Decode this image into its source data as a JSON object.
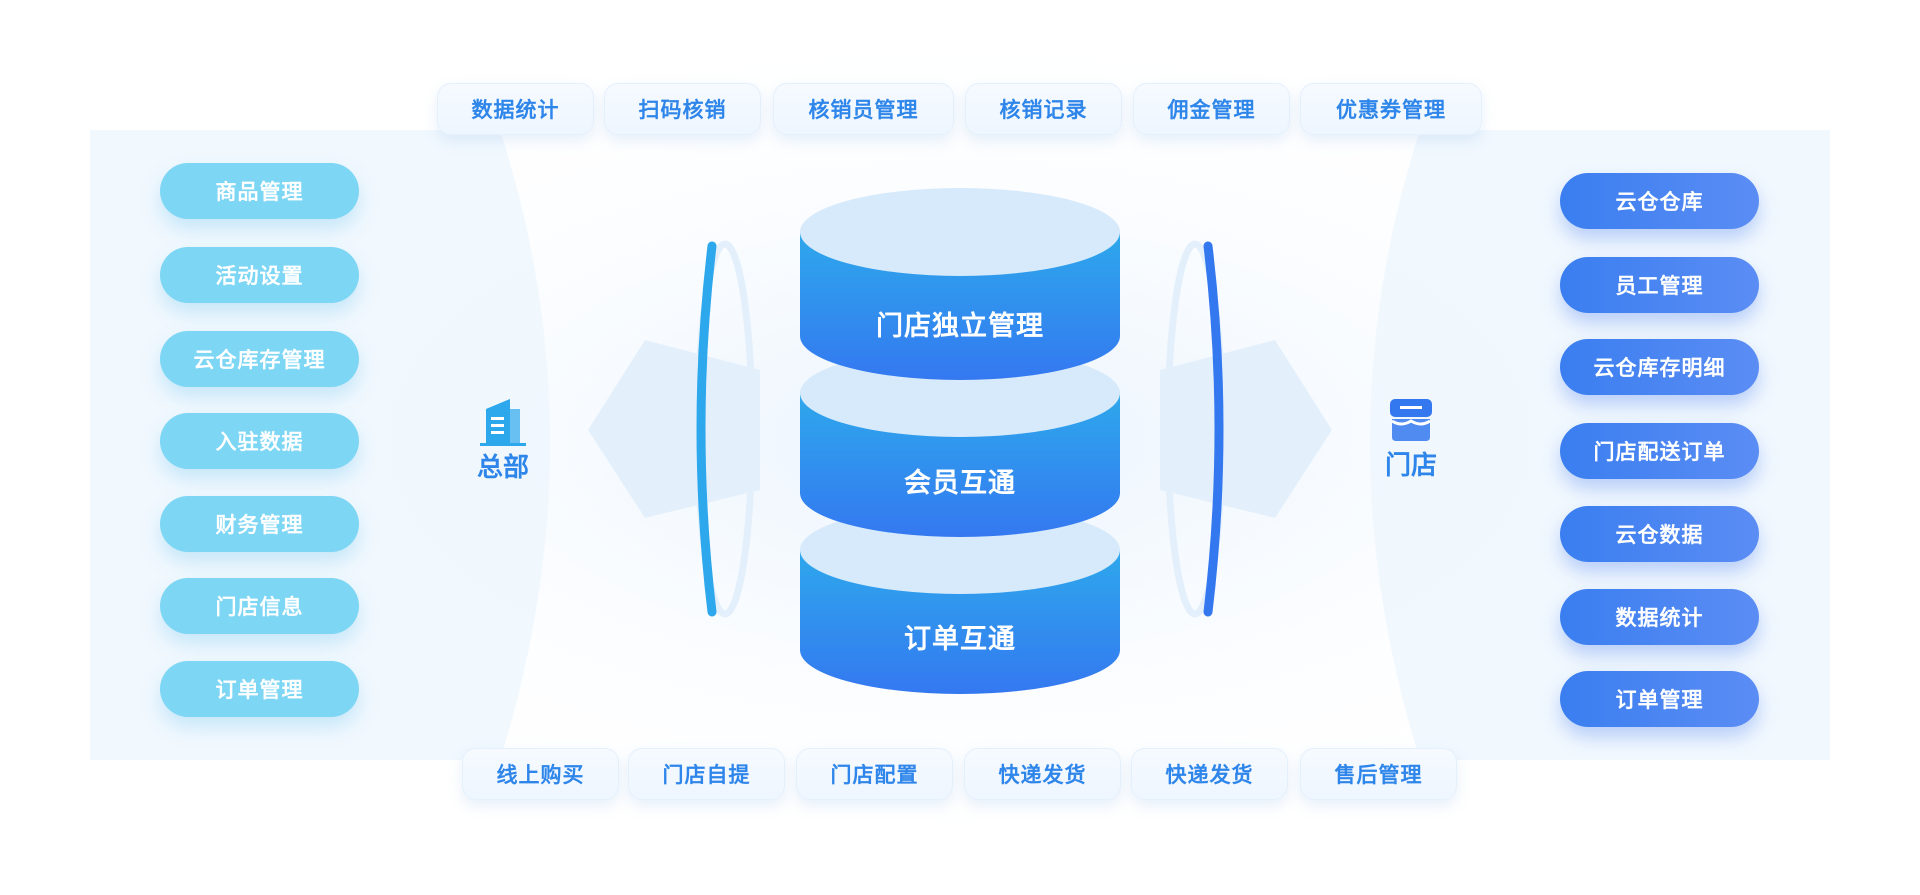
{
  "top_items": [
    "数据统计",
    "扫码核销",
    "核销员管理",
    "核销记录",
    "佣金管理",
    "优惠券管理"
  ],
  "bottom_items": [
    "线上购买",
    "门店自提",
    "门店配置",
    "快递发货",
    "快递发货",
    "售后管理"
  ],
  "left_hub": {
    "label": "总部",
    "icon": "office-building-icon"
  },
  "right_hub": {
    "label": "门店",
    "icon": "storefront-icon"
  },
  "left_items": [
    "商品管理",
    "活动设置",
    "云仓库存管理",
    "入驻数据",
    "财务管理",
    "门店信息",
    "订单管理"
  ],
  "right_items": [
    "云仓仓库",
    "员工管理",
    "云仓库存明细",
    "门店配送订单",
    "云仓数据",
    "数据统计",
    "订单管理"
  ],
  "cylinder": [
    "门店独立管理",
    "会员互通",
    "订单互通"
  ],
  "colors": {
    "left_pill": "#7dd6f4",
    "right_pill": "#3a7ef0",
    "cyl_top": "#2ea8ec",
    "cyl_bottom": "#3478f0",
    "text_blue": "#2f86ea"
  }
}
